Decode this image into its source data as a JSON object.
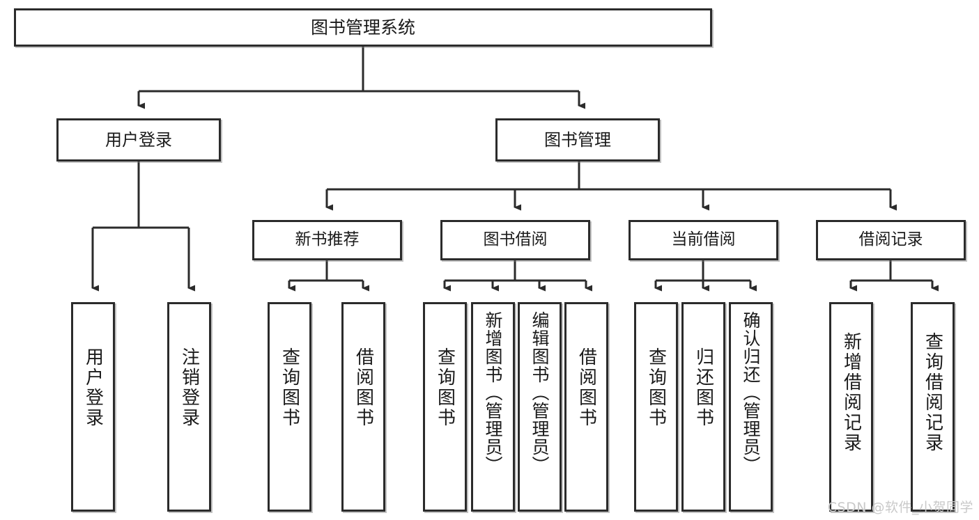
{
  "diagram": {
    "title": "图书管理系统",
    "type": "tree-hierarchy",
    "stroke_color": "#2b2b2b",
    "fill_color": "#ffffff",
    "text_color": "#1a1a1a"
  },
  "nodes": {
    "root": {
      "label": "图书管理系统"
    },
    "level2": [
      {
        "id": "user-login",
        "label": "用户登录"
      },
      {
        "id": "book-manage",
        "label": "图书管理"
      }
    ],
    "level3": [
      {
        "id": "new-book-recommend",
        "label": "新书推荐"
      },
      {
        "id": "book-borrow",
        "label": "图书借阅"
      },
      {
        "id": "current-borrow",
        "label": "当前借阅"
      },
      {
        "id": "borrow-record",
        "label": "借阅记录"
      }
    ],
    "leaves": {
      "user_login": [
        {
          "id": "leaf-user-login",
          "label": "用户登录"
        },
        {
          "id": "leaf-user-logout",
          "label": "注销登录"
        }
      ],
      "new_book_recommend": [
        {
          "id": "leaf-query-book-1",
          "label": "查询图书"
        },
        {
          "id": "leaf-borrow-book-1",
          "label": "借阅图书"
        }
      ],
      "book_borrow": [
        {
          "id": "leaf-query-book-2",
          "label": "查询图书"
        },
        {
          "id": "leaf-add-book",
          "label": "新增图书（管理员）"
        },
        {
          "id": "leaf-edit-book",
          "label": "编辑图书（管理员）"
        },
        {
          "id": "leaf-borrow-book-2",
          "label": "借阅图书"
        }
      ],
      "current_borrow": [
        {
          "id": "leaf-query-book-3",
          "label": "查询图书"
        },
        {
          "id": "leaf-return-book",
          "label": "归还图书"
        },
        {
          "id": "leaf-confirm-return",
          "label": "确认归还（管理员）"
        }
      ],
      "borrow_record": [
        {
          "id": "leaf-add-record",
          "label": "新增借阅记录"
        },
        {
          "id": "leaf-query-record",
          "label": "查询借阅记录"
        }
      ]
    }
  },
  "watermark": {
    "text": "CSDN @软件_小贺同学"
  }
}
